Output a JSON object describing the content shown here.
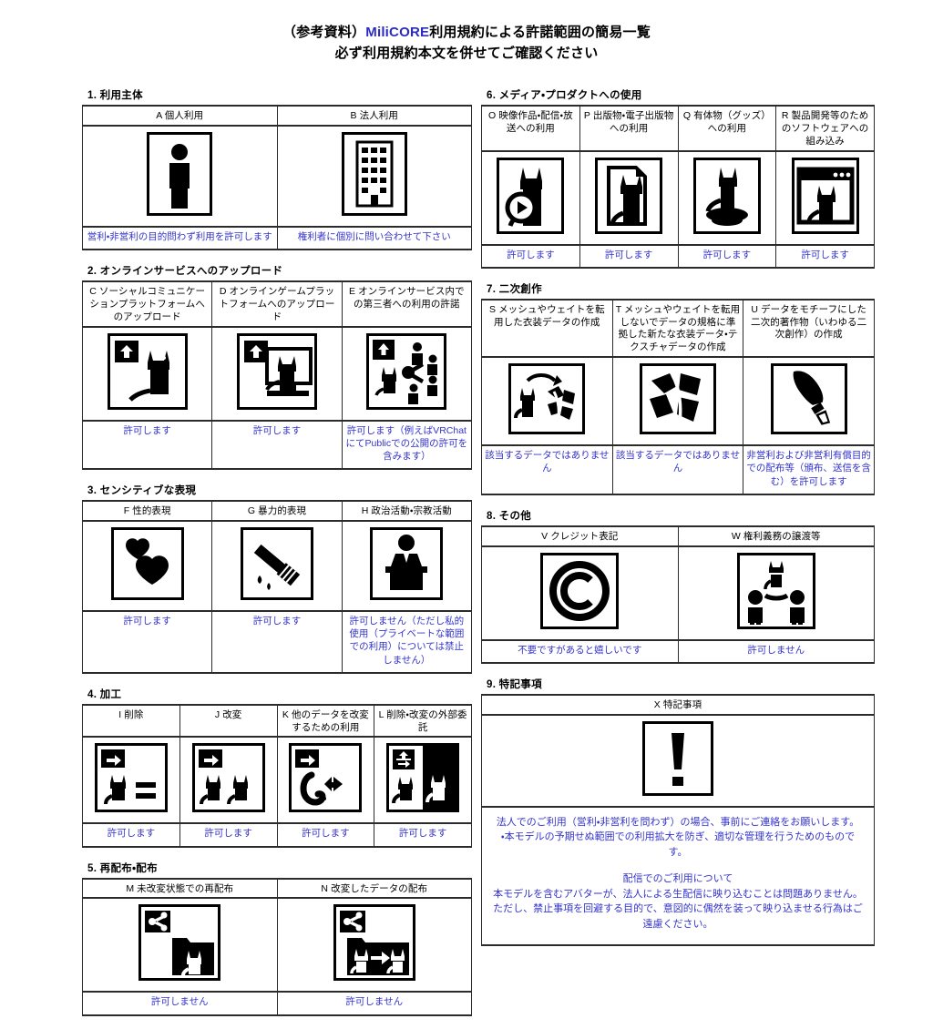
{
  "title": {
    "line1_prefix": "（参考資料）",
    "line1_brand": "MiliCORE",
    "line1_suffix": "利用規約による許諾範囲の簡易一覧",
    "line2": "必ず利用規約本文を併せてご確認ください"
  },
  "colors": {
    "permission_text": "#3333cc",
    "brand": "#2b2bc4",
    "rule": "#2b2b2b"
  },
  "sections": {
    "s1": {
      "heading": "1. 利用主体",
      "items": [
        {
          "label": "A 個人利用",
          "icon": "person-icon",
          "note": "営利・非営利の目的問わず利用を許可します"
        },
        {
          "label": "B 法人利用",
          "icon": "building-icon",
          "note": "権利者に個別に問い合わせて下さい"
        }
      ]
    },
    "s2": {
      "heading": "2. オンラインサービスへのアップロード",
      "items": [
        {
          "label": "C ソーシャルコミュニケーションプラットフォームへのアップロード",
          "icon": "upload-cat-icon",
          "note": "許可します"
        },
        {
          "label": "D オンラインゲームプラットフォームへのアップロード",
          "icon": "upload-cat-monitor-icon",
          "note": "許可します"
        },
        {
          "label": "E オンラインサービス内での第三者への利用の許諾",
          "icon": "upload-cat-share-people-icon",
          "note": "許可します（例えばVRChatにてPublicでの公開の許可を含みます）"
        }
      ]
    },
    "s3": {
      "heading": "3. センシティブな表現",
      "items": [
        {
          "label": "F 性的表現",
          "icon": "hearts-icon",
          "note": "許可します"
        },
        {
          "label": "G 暴力的表現",
          "icon": "knife-icon",
          "note": "許可します"
        },
        {
          "label": "H 政治活動・宗教活動",
          "icon": "podium-speaker-icon",
          "note": "許可しません（ただし私的使用（プライベートな範囲での利用）については禁止しません）"
        }
      ]
    },
    "s4": {
      "heading": "4. 加工",
      "items": [
        {
          "label": "I 削除",
          "icon": "arrow-cat-equals-icon",
          "note": "許可します"
        },
        {
          "label": "J 改変",
          "icon": "arrow-cat-cat-icon",
          "note": "許可します"
        },
        {
          "label": "K 他のデータを改変するための利用",
          "icon": "arrow-ribbon-icon",
          "note": "許可します"
        },
        {
          "label": "L 削除・改変の外部委託",
          "icon": "transfer-cat-invert-icon",
          "note": "許可します"
        }
      ]
    },
    "s5": {
      "heading": "5. 再配布・配布",
      "items": [
        {
          "label": "M 未改変状態での再配布",
          "icon": "share-folder-cat-icon",
          "note": "許可しません"
        },
        {
          "label": "N 改変したデータの配布",
          "icon": "share-folder-cat-modified-icon",
          "note": "許可しません"
        }
      ]
    },
    "s6": {
      "heading": "6. メディア・プロダクトへの使用",
      "items": [
        {
          "label": "O 映像作品・配信・放送への利用",
          "icon": "cat-play-button-icon",
          "note": "許可します"
        },
        {
          "label": "P 出版物・電子出版物への利用",
          "icon": "cat-document-icon",
          "note": "許可します"
        },
        {
          "label": "Q 有体物（グッズ）への利用",
          "icon": "cat-figurine-icon",
          "note": "許可します"
        },
        {
          "label": "R 製品開発等のためのソフトウェアへの組み込み",
          "icon": "cat-window-icon",
          "note": "許可します"
        }
      ]
    },
    "s7": {
      "heading": "7. 二次創作",
      "items": [
        {
          "label": "S メッシュやウェイトを転用した衣装データの作成",
          "icon": "cat-to-cloth-icon",
          "note": "該当するデータではありません"
        },
        {
          "label": "T メッシュやウェイトを転用しないでデータの規格に準拠した新たな衣装データ・テクスチャデータの作成",
          "icon": "cloth-pattern-icon",
          "note": "該当するデータではありません"
        },
        {
          "label": "U データをモチーフにした二次的著作物（いわゆる二次創作）の作成",
          "icon": "paintbrush-icon",
          "note": "非営利および非営利有償目的での配布等（頒布、送信を含む）を許可します"
        }
      ]
    },
    "s8": {
      "heading": "8. その他",
      "items": [
        {
          "label": "V クレジット表記",
          "icon": "copyright-icon",
          "note": "不要ですがあると嬉しいです"
        },
        {
          "label": "W 権利義務の譲渡等",
          "icon": "rights-transfer-icon",
          "note": "許可しません"
        }
      ]
    },
    "s9": {
      "heading": "9. 特記事項",
      "label": "X 特記事項",
      "icon": "exclamation-icon",
      "paragraphs": [
        "法人でのご利用（営利・非営利を問わず）の場合、事前にご連絡をお願いします。",
        "・本モデルの予期せぬ範囲での利用拡大を防ぎ、適切な管理を行うためのものです。",
        "配信でのご利用について",
        "本モデルを含むアバターが、法人による生配信に映り込むことは問題ありません。",
        "ただし、禁止事項を回避する目的で、意図的に偶然を装って映り込ませる行為はご遠慮ください。"
      ]
    }
  }
}
